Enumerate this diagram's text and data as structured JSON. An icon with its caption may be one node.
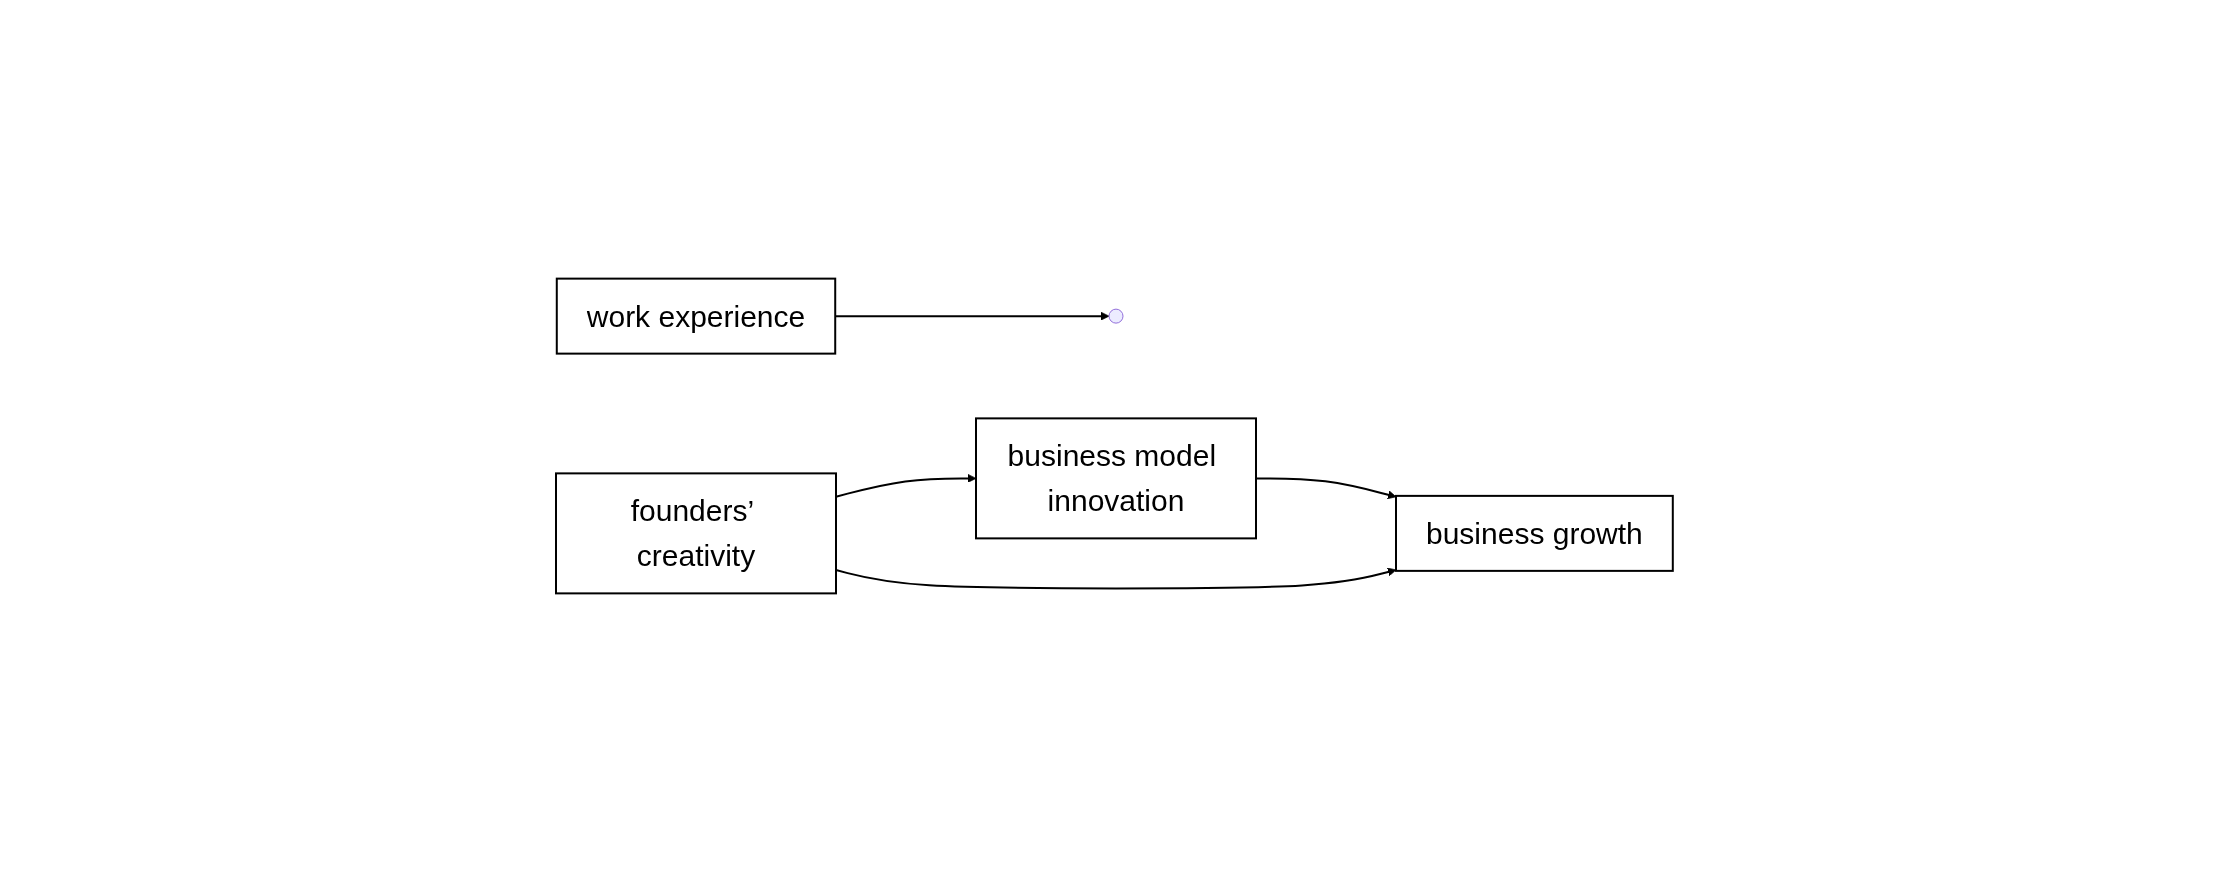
{
  "diagram": {
    "nodes": [
      {
        "text": [
          "work experience"
        ]
      },
      {
        "text": [
          "business model innovation"
        ]
      },
      {
        "text": [
          "founders’ creativity"
        ]
      },
      {
        "text": [
          "business growth"
        ]
      }
    ],
    "edges": [
      {
        "from": 0,
        "to": null,
        "arrow": "to"
      },
      {
        "from": 2,
        "to": 1,
        "arrow": "to"
      },
      {
        "from": 1,
        "to": 3,
        "arrow": "to"
      },
      {
        "from": 2,
        "to": 3,
        "arrow": "to"
      }
    ]
  }
}
